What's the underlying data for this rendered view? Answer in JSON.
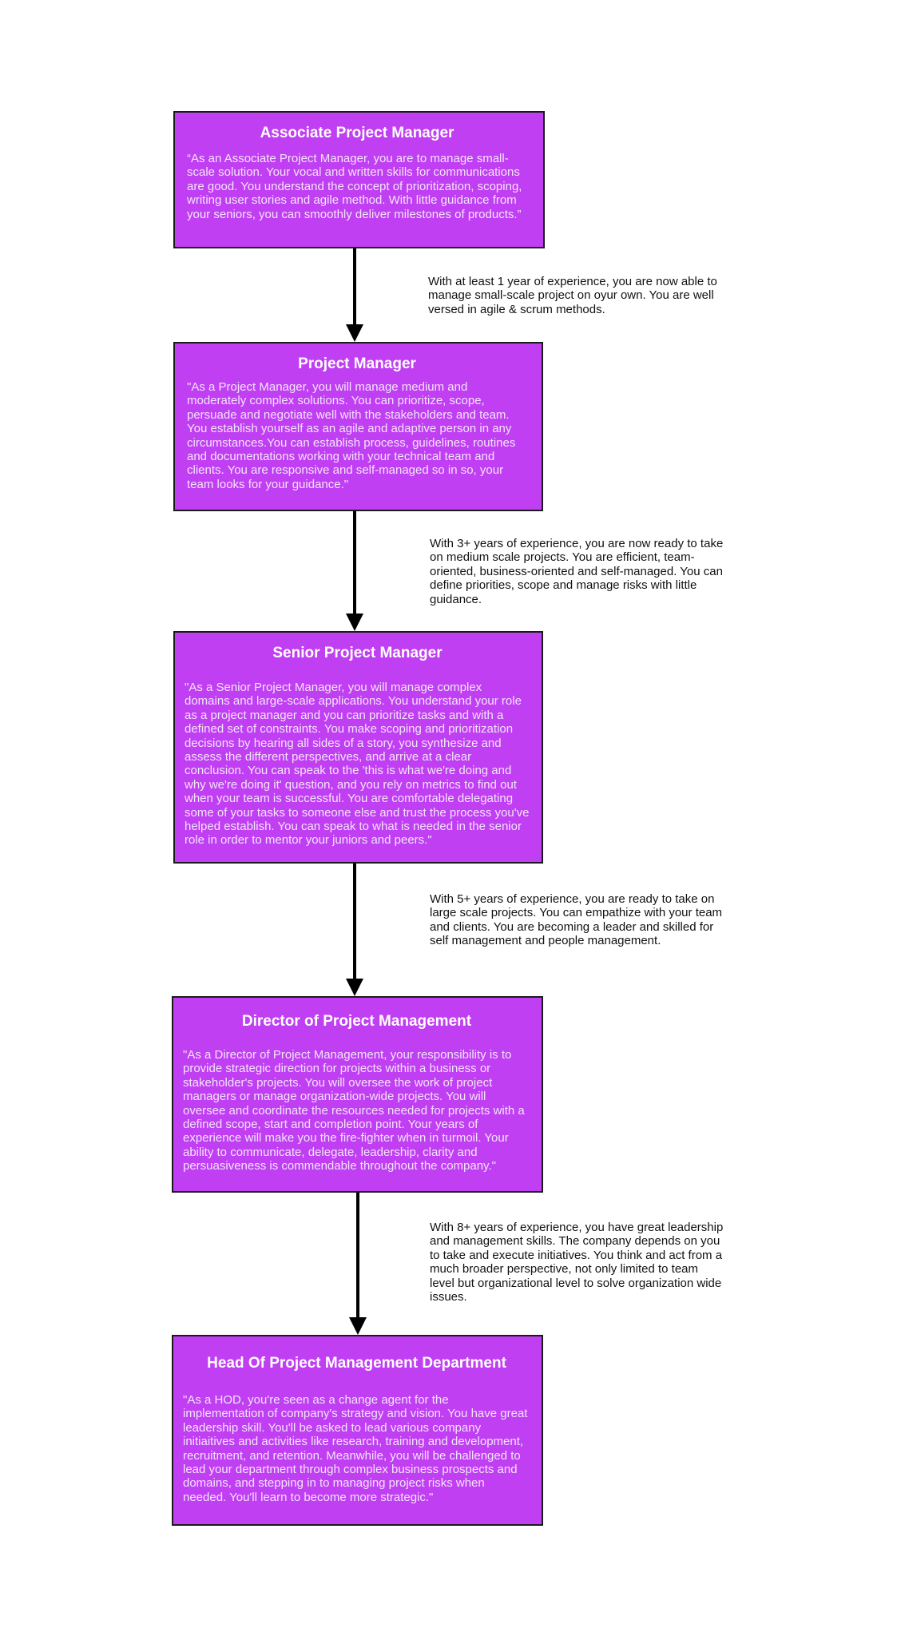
{
  "roles": [
    {
      "title": "Associate Project Manager",
      "description": "“As an Associate Project Manager, you are to manage small-scale solution. Your vocal and written skills for communications are good. You understand the concept of prioritization, scoping, writing user stories and agile method. With little guidance from your seniors, you can smoothly deliver milestones of products.”"
    },
    {
      "title": "Project Manager",
      "description": "\"As a Project Manager, you will manage medium and moderately complex solutions. You can prioritize, scope, persuade and negotiate well with the stakeholders and team. You establish yourself as an agile and adaptive person in any circumstances.You can establish process, guidelines, routines and documentations working with your technical team and clients. You are responsive and self-managed so in so, your team looks for your guidance.\""
    },
    {
      "title": "Senior Project Manager",
      "description": "\"As a Senior Project Manager, you will manage complex domains and large-scale applications. You understand your role as a project manager and you can prioritize tasks and with a defined set of constraints. You make scoping and prioritization decisions by hearing all sides of a story, you synthesize and assess the different perspectives, and arrive at a clear conclusion. You can speak to the 'this is what we're doing and why we're doing it' question, and you rely on metrics to find out when your team is successful. You are comfortable delegating some of your tasks to someone else and trust the process you've helped establish. You can speak to what is needed in the senior role in order to mentor your juniors and peers.\""
    },
    {
      "title": "Director of Project Management",
      "description": "\"As a Director of Project Management, your responsibility is to provide strategic direction for projects within a business or stakeholder's projects. You will oversee the work of project managers or manage organization-wide projects. You will oversee and coordinate the resources needed for projects with a defined scope, start and completion point. Your years of experience will make you the fire-fighter when in turmoil. Your ability to communicate, delegate, leadership, clarity and persuasiveness is commendable throughout the company.\""
    },
    {
      "title": "Head Of Project Management Department",
      "description": "\"As a HOD, you're seen as a change agent for the implementation of company's strategy and vision. You have great leadership skill. You'll be asked to lead various company initiaitives and activities like research, training and development, recruitment, and retention. Meanwhile, you will be challenged to lead your department through complex business prospects and domains, and stepping in to managing project risks when needed. You'll learn to become more strategic.\""
    }
  ],
  "transitions": [
    "With at least 1 year of experience, you are now able to manage small-scale project on oyur own. You are well versed in agile & scrum methods.",
    "With 3+ years of experience, you are now ready to take on medium scale projects. You are efficient, team-oriented, business-oriented and self-managed. You can define priorities, scope and manage risks with little guidance.",
    "With 5+ years of experience, you are ready to take on large scale projects. You can empathize with your team and clients. You are becoming a leader and skilled for self management and people management.",
    "With 8+ years of experience, you have great leadership and management skills. The company depends on you to take and execute initiatives. You think and act from a much broader perspective, not only limited to team level but organizational level to solve organization wide issues."
  ],
  "colors": {
    "box_fill": "#c03ff2",
    "box_border": "#1a1a1a",
    "arrow": "#000000"
  }
}
